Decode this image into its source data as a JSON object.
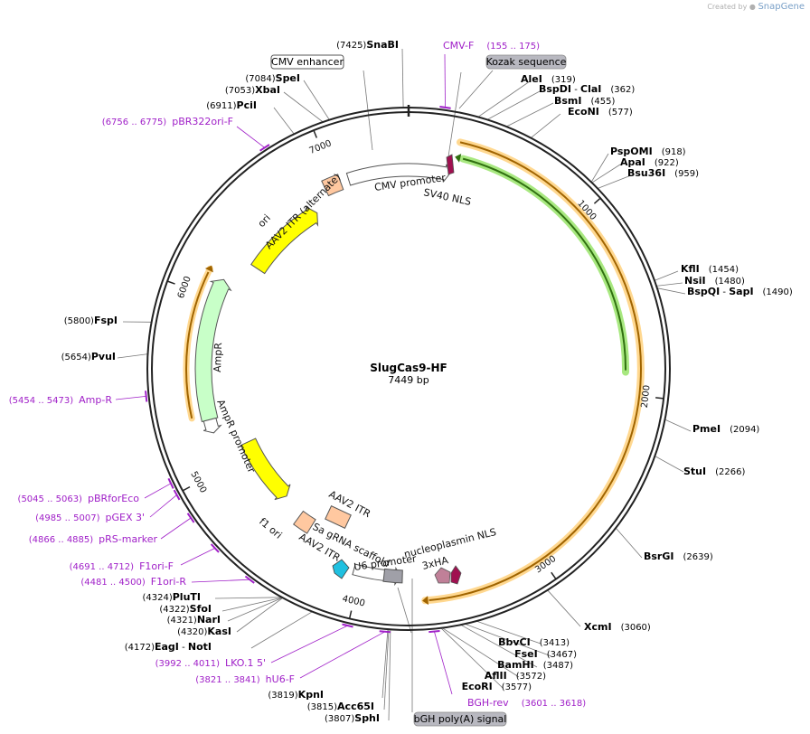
{
  "credit": {
    "prefix": "Created by",
    "brand": "SnapGene"
  },
  "plasmid": {
    "name": "SlugCas9-HF",
    "length_label": "7449 bp",
    "length": 7449
  },
  "ticks": [
    {
      "label": "1000",
      "bp": 1000
    },
    {
      "label": "2000",
      "bp": 2000
    },
    {
      "label": "3000",
      "bp": 3000
    },
    {
      "label": "4000",
      "bp": 4000
    },
    {
      "label": "5000",
      "bp": 5000
    },
    {
      "label": "6000",
      "bp": 6000
    },
    {
      "label": "7000",
      "bp": 7000
    }
  ],
  "enzymes": [
    {
      "name": "SnaBI",
      "pos": "(7425)"
    },
    {
      "name": "SpeI",
      "pos": "(7084)"
    },
    {
      "name": "XbaI",
      "pos": "(7053)"
    },
    {
      "name": "PciI",
      "pos": "(6911)"
    },
    {
      "name": "AleI",
      "pos": "(319)"
    },
    {
      "name": "BspDI",
      "extra": "ClaI",
      "pos": "(362)"
    },
    {
      "name": "BsmI",
      "pos": "(455)"
    },
    {
      "name": "EcoNI",
      "pos": "(577)"
    },
    {
      "name": "PspOMI",
      "pos": "(918)"
    },
    {
      "name": "ApaI",
      "pos": "(922)"
    },
    {
      "name": "Bsu36I",
      "pos": "(959)"
    },
    {
      "name": "KflI",
      "pos": "(1454)"
    },
    {
      "name": "NsiI",
      "pos": "(1480)"
    },
    {
      "name": "BspQI",
      "extra": "SapI",
      "pos": "(1490)"
    },
    {
      "name": "PmeI",
      "pos": "(2094)"
    },
    {
      "name": "StuI",
      "pos": "(2266)"
    },
    {
      "name": "BsrGI",
      "pos": "(2639)"
    },
    {
      "name": "XcmI",
      "pos": "(3060)"
    },
    {
      "name": "BbvCI",
      "pos": "(3413)"
    },
    {
      "name": "FseI",
      "pos": "(3467)"
    },
    {
      "name": "BamHI",
      "pos": "(3487)"
    },
    {
      "name": "AflII",
      "pos": "(3572)"
    },
    {
      "name": "EcoRI",
      "pos": "(3577)"
    },
    {
      "name": "SphI",
      "pos": "(3807)"
    },
    {
      "name": "Acc65I",
      "pos": "(3815)"
    },
    {
      "name": "KpnI",
      "pos": "(3819)"
    },
    {
      "name": "EagI",
      "extra": "NotI",
      "pos": "(4172)"
    },
    {
      "name": "KasI",
      "pos": "(4320)"
    },
    {
      "name": "NarI",
      "pos": "(4321)"
    },
    {
      "name": "SfoI",
      "pos": "(4322)"
    },
    {
      "name": "PluTI",
      "pos": "(4324)"
    },
    {
      "name": "PvuI",
      "pos": "(5654)"
    },
    {
      "name": "FspI",
      "pos": "(5800)"
    }
  ],
  "primers": [
    {
      "name": "CMV-F",
      "pos": "(155 .. 175)"
    },
    {
      "name": "pBR322ori-F",
      "pos": "(6756 .. 6775)"
    },
    {
      "name": "Amp-R",
      "pos": "(5454 .. 5473)"
    },
    {
      "name": "pBRforEco",
      "pos": "(5045 .. 5063)"
    },
    {
      "name": "pGEX 3'",
      "pos": "(4985 .. 5007)"
    },
    {
      "name": "pRS-marker",
      "pos": "(4866 .. 4885)"
    },
    {
      "name": "F1ori-F",
      "pos": "(4691 .. 4712)"
    },
    {
      "name": "F1ori-R",
      "pos": "(4481 .. 4500)"
    },
    {
      "name": "LKO.1 5'",
      "pos": "(3992 .. 4011)"
    },
    {
      "name": "hU6-F",
      "pos": "(3821 .. 3841)"
    },
    {
      "name": "BGH-rev",
      "pos": "(3601 .. 3618)"
    }
  ],
  "boxed_labels": {
    "cmv_enhancer": "CMV enhancer",
    "kozak": "Kozak sequence",
    "bgh": "bGH poly(A) signal"
  },
  "features": {
    "cmv_promoter": "CMV promoter",
    "sv40_nls": "SV40 NLS",
    "aav2_itr_alt": "AAV2 ITR (alternate)",
    "ori": "ori",
    "ampr": "AmpR",
    "ampr_promoter": "AmpR promoter",
    "f1_ori": "f1 ori",
    "aav2_itr": "AAV2 ITR",
    "sa_grna": "Sa gRNA scaffold",
    "aav2_itr_2": "AAV2 ITR",
    "u6_promoter": "U6 promoter",
    "nucleoplasmin_nls": "nucleoplasmin NLS",
    "ha3x": "3xHA"
  },
  "colors": {
    "backbone": "#222222",
    "primer": "#a020c8",
    "ori_fill": "#ffff00",
    "ampr_fill": "#c8ffc8",
    "itr_fill": "#ffc8a0",
    "cds_glow": "#ffd890",
    "cds_line": "#c07800",
    "green_glow": "#a8e880",
    "green_line": "#307010",
    "u6_fill": "#20c0e0",
    "bgh_fill": "#a0a0a8",
    "nls_fill": "#a01050",
    "ha_fill": "#c08098"
  }
}
